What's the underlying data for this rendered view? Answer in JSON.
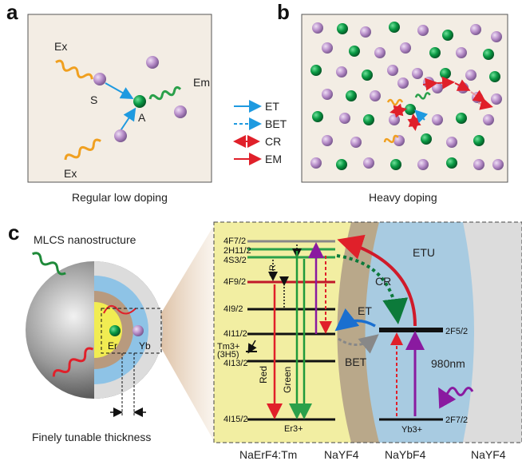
{
  "panel_labels": {
    "a": "a",
    "b": "b",
    "c": "c"
  },
  "panel_a": {
    "ex_top": "Ex",
    "ex_bottom": "Ex",
    "em": "Em",
    "s": "S",
    "a": "A",
    "caption": "Regular low doping"
  },
  "legend": {
    "et": "ET",
    "bet": "BET",
    "cr": "CR",
    "em": "EM"
  },
  "panel_b": {
    "caption": "Heavy doping"
  },
  "panel_c": {
    "title": "MLCS nanostructure",
    "er": "Er",
    "yb": "Yb",
    "thickness_caption": "Finely tunable thickness",
    "levels": {
      "f72": "4F7/2",
      "h112": "2H11/2",
      "s32": "4S3/2",
      "f92": "4F9/2",
      "i92": "4I9/2",
      "i112": "4I11/2",
      "tm": "Tm3+",
      "tm_h5": "(3H5)",
      "i132": "4I13/2",
      "i152": "4I15/2",
      "er_ion": "Er3+",
      "yb_f52": "2F5/2",
      "yb_f72": "2F7/2",
      "yb_ion": "Yb3+"
    },
    "arrows": {
      "cr_small": "CR",
      "red": "Red",
      "green": "Green",
      "etu": "ETU",
      "cr": "CR",
      "et": "ET",
      "bet": "BET",
      "nm980": "980nm"
    },
    "shell_labels": {
      "core": "NaErF4:Tm",
      "shell1": "NaYF4",
      "shell2": "NaYbF4",
      "shell3": "NaYF4"
    }
  },
  "colors": {
    "er_green": "#0a8a3c",
    "sensitizer_purple": "#b48ac6",
    "et_blue": "#1e9ae0",
    "cr_red": "#e0202a",
    "ex_orange": "#f0a020",
    "em_green": "#2aa04a",
    "bg_panel": "#f3ede4"
  }
}
